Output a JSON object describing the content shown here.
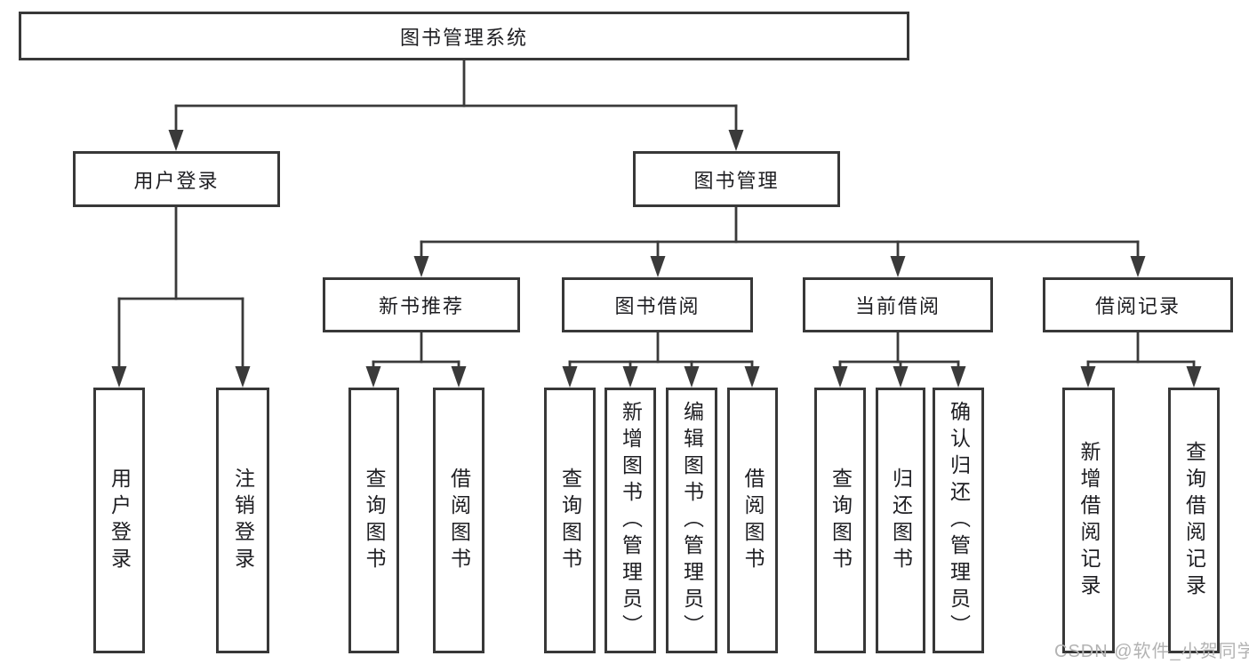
{
  "diagram": {
    "root": {
      "label": "图书管理系统"
    },
    "level2": [
      {
        "label": "用户登录"
      },
      {
        "label": "图书管理"
      }
    ],
    "level3": [
      {
        "label": "新书推荐"
      },
      {
        "label": "图书借阅"
      },
      {
        "label": "当前借阅"
      },
      {
        "label": "借阅记录"
      }
    ],
    "leaves": [
      {
        "label": "用户登录",
        "parent": "用户登录"
      },
      {
        "label": "注销登录",
        "parent": "用户登录"
      },
      {
        "label": "查询图书",
        "parent": "新书推荐"
      },
      {
        "label": "借阅图书",
        "parent": "新书推荐"
      },
      {
        "label": "查询图书",
        "parent": "图书借阅"
      },
      {
        "label": "新增图书（管理员）",
        "parent": "图书借阅"
      },
      {
        "label": "编辑图书（管理员）",
        "parent": "图书借阅"
      },
      {
        "label": "借阅图书",
        "parent": "图书借阅"
      },
      {
        "label": "查询图书",
        "parent": "当前借阅"
      },
      {
        "label": "归还图书",
        "parent": "当前借阅"
      },
      {
        "label": "确认归还（管理员）",
        "parent": "当前借阅"
      },
      {
        "label": "新增借阅记录",
        "parent": "借阅记录"
      },
      {
        "label": "查询借阅记录",
        "parent": "借阅记录"
      }
    ],
    "watermark": "CSDN @软件_小贺同学",
    "colors": {
      "line": "#3a3a3a",
      "border": "#383838",
      "text": "#1e1e22",
      "watermark": "#b3b3b3",
      "background": "#ffffff"
    }
  }
}
